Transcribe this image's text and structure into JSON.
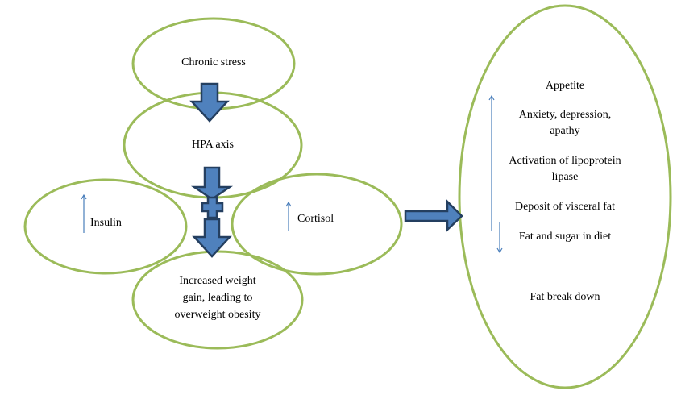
{
  "diagram": {
    "colors": {
      "ellipse_stroke": "#9bbb59",
      "arrow_fill": "#4f81bd",
      "arrow_stroke": "#243f60",
      "thin_arrow": "#4a7ebb"
    },
    "nodes": {
      "chronic_stress": "Chronic stress",
      "hpa_axis": "HPA axis",
      "insulin": "Insulin",
      "cortisol": "Cortisol",
      "weight_gain_line1": "Increased weight",
      "weight_gain_line2": "gain, leading to",
      "weight_gain_line3": "overweight obesity"
    },
    "effects": {
      "appetite": "Appetite",
      "anxiety_line1": "Anxiety, depression,",
      "anxiety_line2": "apathy",
      "lipase_line1": "Activation of lipoprotein",
      "lipase_line2": "lipase",
      "visceral_fat": "Deposit of visceral fat",
      "fat_sugar": "Fat and sugar in diet",
      "fat_breakdown": "Fat break down"
    },
    "indicators": {
      "insulin": "increase",
      "cortisol": "increase",
      "effects_upper_group": "increase",
      "effects_lower_group": "decrease"
    }
  }
}
